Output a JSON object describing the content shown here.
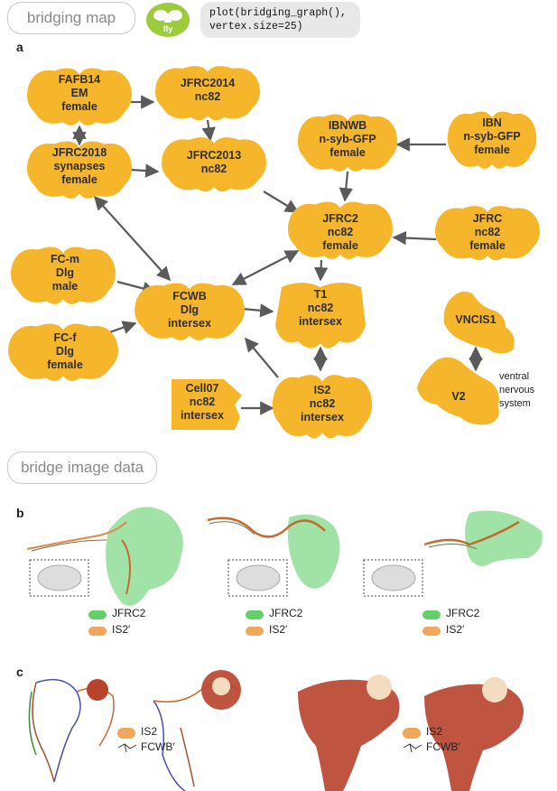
{
  "header": {
    "bridging_map_label": "bridging map",
    "fly_logo_text": "fly",
    "code_line1": "plot(bridging_graph(),",
    "code_line2": "vertex.size=25)"
  },
  "panels": {
    "a": "a",
    "b": "b",
    "c": "c"
  },
  "bridge_image_data_label": "bridge image data",
  "nodes": {
    "fafb14": [
      "FAFB14",
      "EM",
      "female"
    ],
    "jfrc2014": [
      "JFRC2014",
      "nc82"
    ],
    "jfrc2018": [
      "JFRC2018",
      "synapses",
      "female"
    ],
    "jfrc2013": [
      "JFRC2013",
      "nc82"
    ],
    "ibnwb": [
      "IBNWB",
      "n-syb-GFP",
      "female"
    ],
    "ibn": [
      "IBN",
      "n-syb-GFP",
      "female"
    ],
    "jfrc2": [
      "JFRC2",
      "nc82",
      "female"
    ],
    "jfrc": [
      "JFRC",
      "nc82",
      "female"
    ],
    "fcm": [
      "FC-m",
      "Dlg",
      "male"
    ],
    "fcwb": [
      "FCWB",
      "Dlg",
      "intersex"
    ],
    "t1": [
      "T1",
      "nc82",
      "intersex"
    ],
    "vncis1": [
      "VNCIS1"
    ],
    "fcf": [
      "FC-f",
      "Dlg",
      "female"
    ],
    "v2": [
      "V2"
    ],
    "cell07": [
      "Cell07",
      "nc82",
      "intersex"
    ],
    "is2": [
      "IS2",
      "nc82",
      "intersex"
    ]
  },
  "vnc_annotation": [
    "ventral",
    "nervous",
    "system"
  ],
  "legend_b": {
    "green": "JFRC2",
    "orange": "IS2′"
  },
  "legend_c": {
    "orange": "IS2",
    "neuron": "FCWB′"
  },
  "colors": {
    "node": "#f6b62b",
    "edge": "#5a5a5a",
    "green": "#63d06a",
    "orange": "#f2a65a",
    "code_bg": "#e8e8e8",
    "logo": "#9ccc3b"
  }
}
